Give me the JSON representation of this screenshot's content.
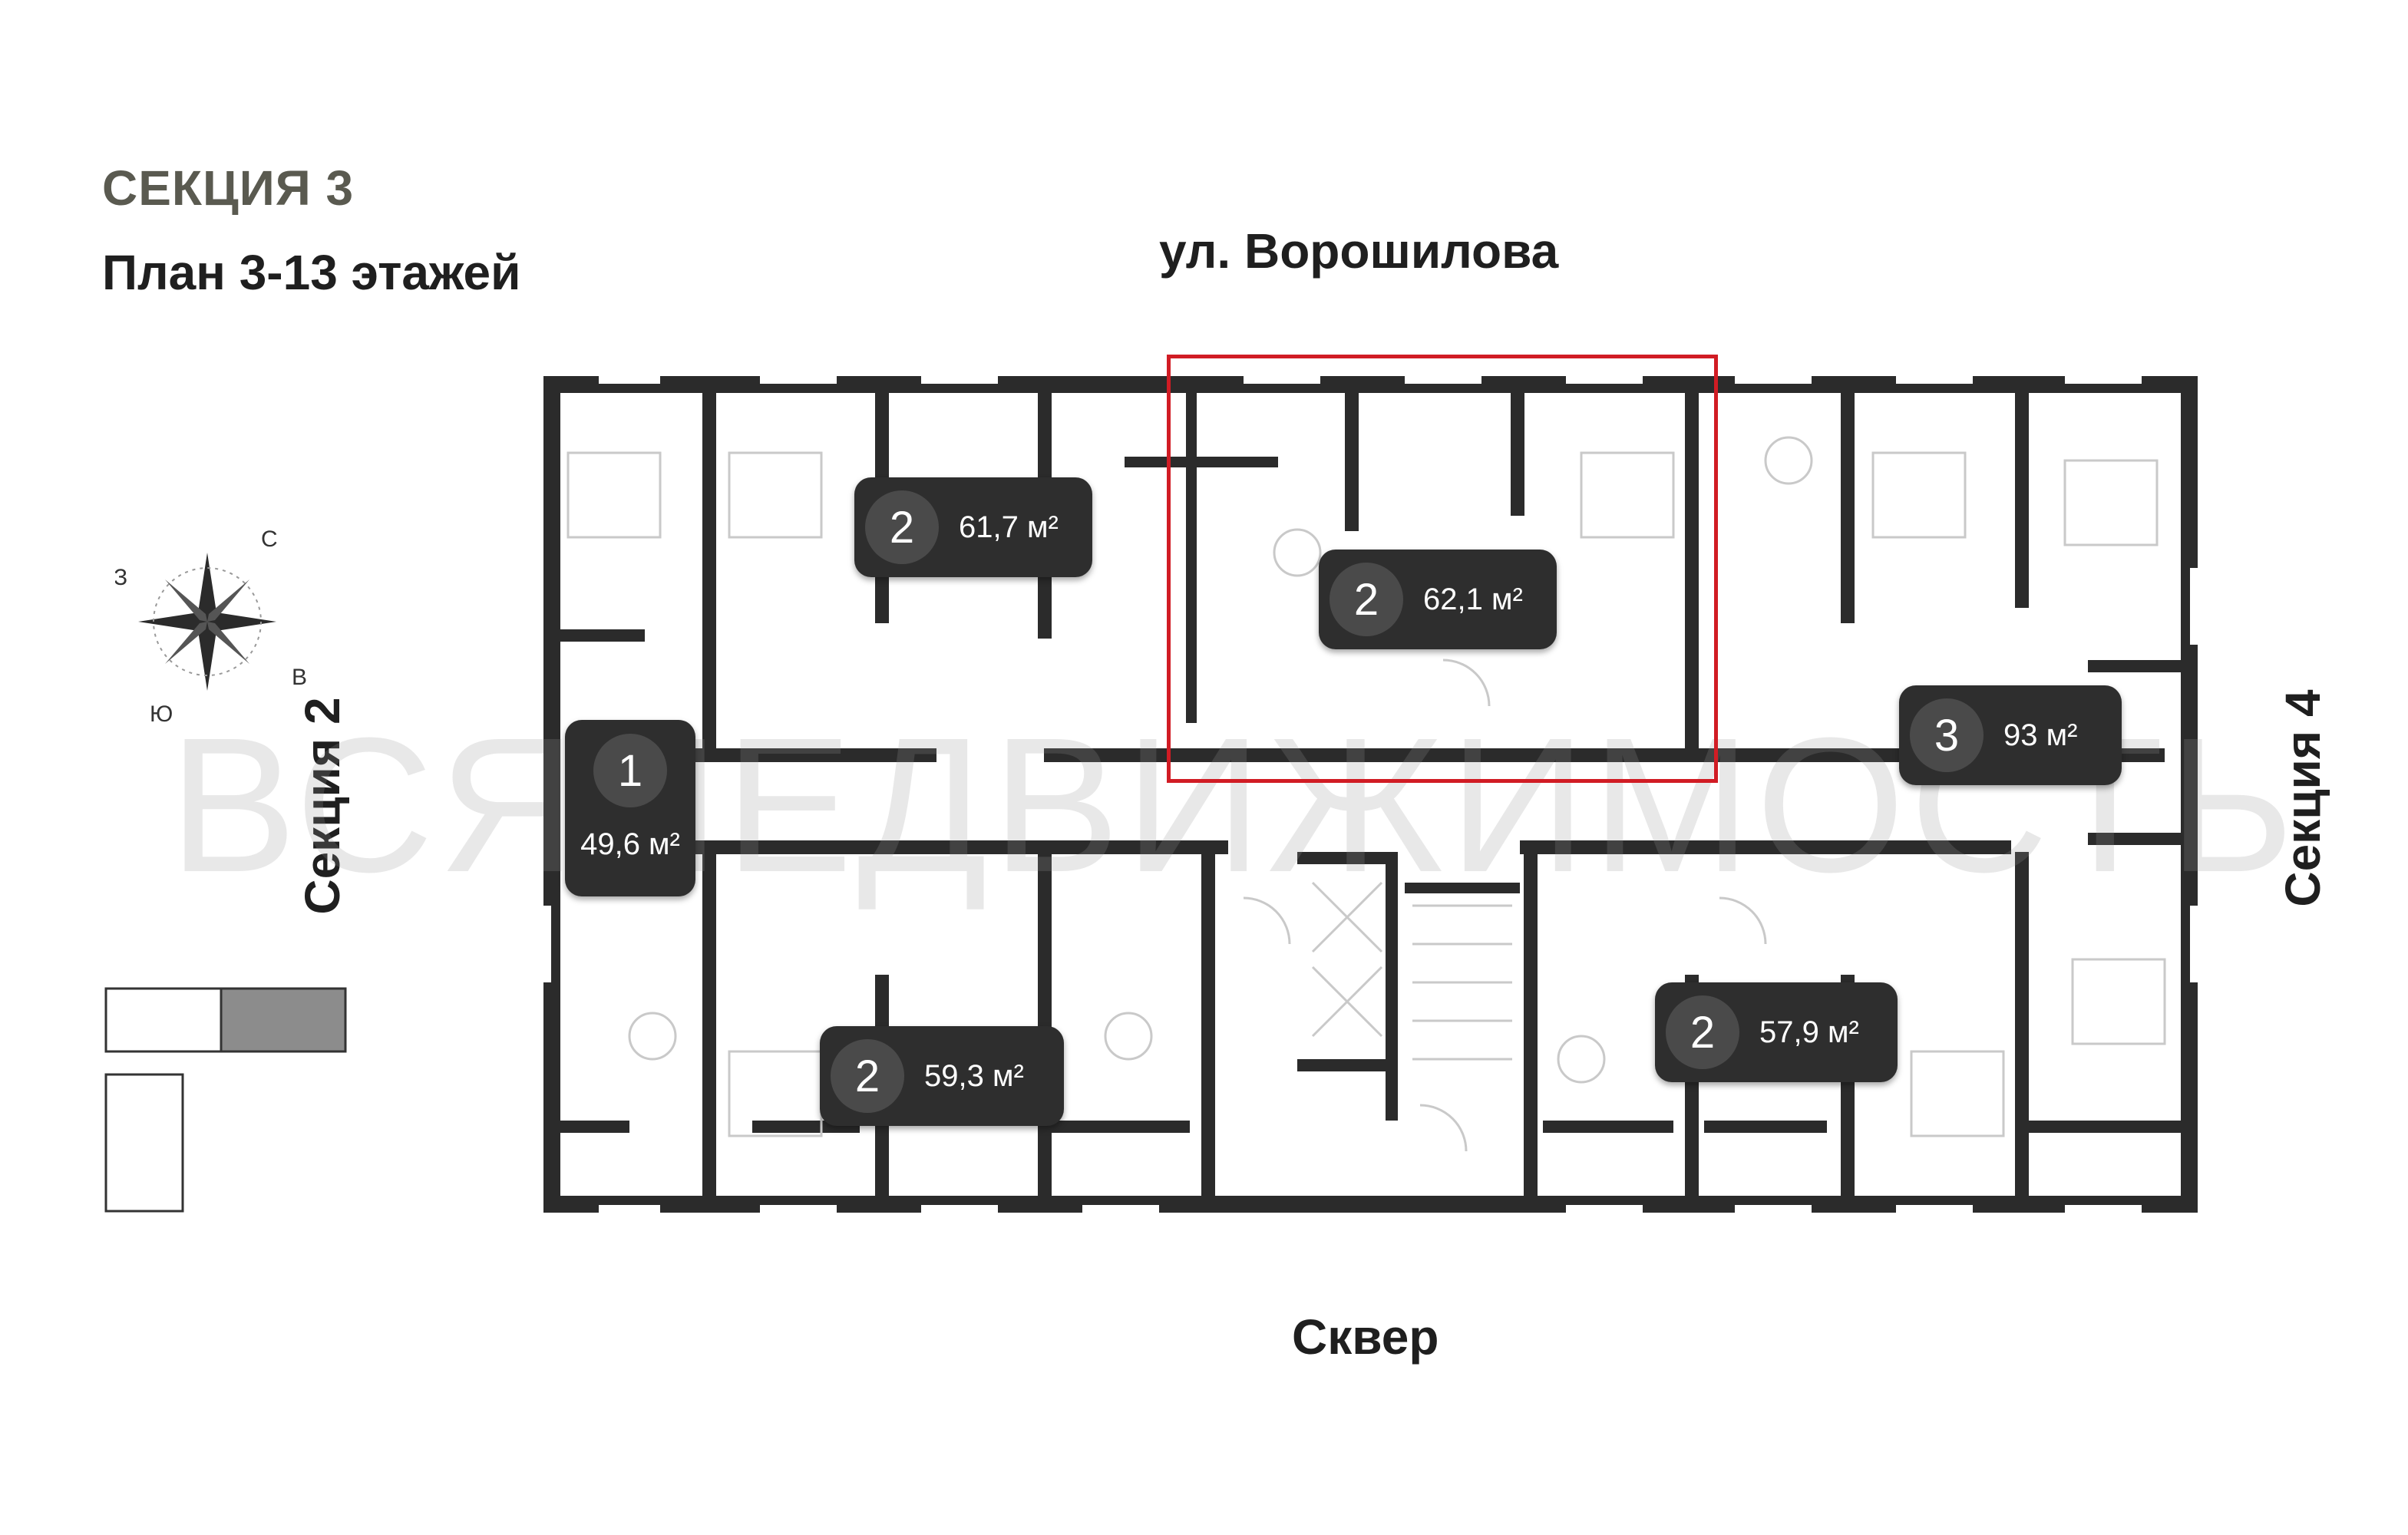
{
  "header": {
    "section_title": "СЕКЦИЯ 3",
    "floor_title": "План 3-13 этажей"
  },
  "labels": {
    "street": "ул. Ворошилова",
    "square": "Сквер",
    "left_section": "Секция 2",
    "right_section": "Секция 4",
    "watermark": "ВСЯНЕДВИЖИМОСТЬ"
  },
  "compass": {
    "north": "С",
    "south": "Ю",
    "east": "В",
    "west": "З"
  },
  "apartments": [
    {
      "rooms": "2",
      "area": "61,7 м²"
    },
    {
      "rooms": "2",
      "area": "62,1 м²",
      "highlighted": true
    },
    {
      "rooms": "3",
      "area": "93 м²"
    },
    {
      "rooms": "1",
      "area": "49,6 м²"
    },
    {
      "rooms": "2",
      "area": "59,3 м²"
    },
    {
      "rooms": "2",
      "area": "57,9 м²"
    }
  ],
  "colors": {
    "wall": "#2b2b2b",
    "badge": "#2e2e2e",
    "highlight": "#d11c24",
    "section_title": "#5a5a50",
    "keymap_active": "#8c8c8c"
  }
}
